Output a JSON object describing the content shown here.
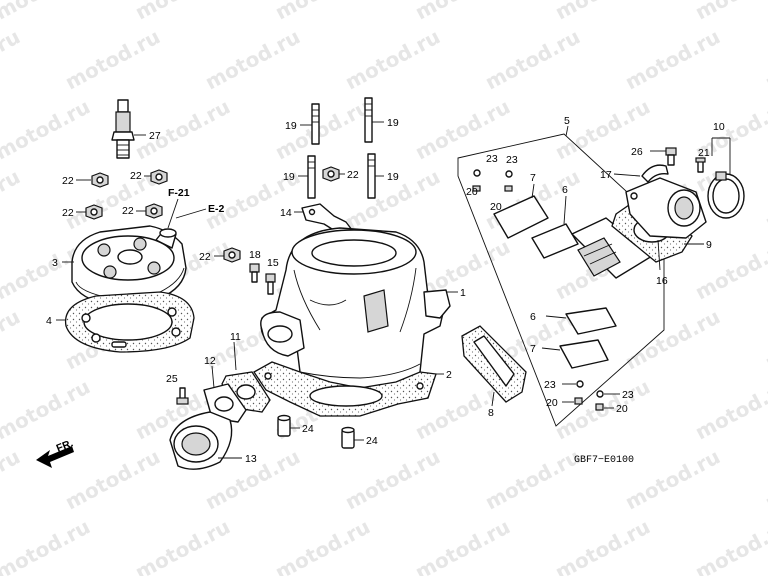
{
  "watermark": "motod.ru",
  "diagram_code": "GBF7−E0100",
  "direction_label": "FR.",
  "refs": [
    {
      "id": "F-21",
      "label": "F-21"
    },
    {
      "id": "E-2",
      "label": "E-2"
    }
  ],
  "callouts": [
    {
      "id": "c27",
      "label": "27"
    },
    {
      "id": "c22a",
      "label": "22"
    },
    {
      "id": "c22b",
      "label": "22"
    },
    {
      "id": "c22c",
      "label": "22"
    },
    {
      "id": "c22d",
      "label": "22"
    },
    {
      "id": "c3",
      "label": "3"
    },
    {
      "id": "c4",
      "label": "4"
    },
    {
      "id": "c19a",
      "label": "19"
    },
    {
      "id": "c19b",
      "label": "19"
    },
    {
      "id": "c19c",
      "label": "19"
    },
    {
      "id": "c19d",
      "label": "19"
    },
    {
      "id": "c22e",
      "label": "22"
    },
    {
      "id": "c14",
      "label": "14"
    },
    {
      "id": "c22f",
      "label": "22"
    },
    {
      "id": "c18",
      "label": "18"
    },
    {
      "id": "c15",
      "label": "15"
    },
    {
      "id": "c1",
      "label": "1"
    },
    {
      "id": "c2",
      "label": "2"
    },
    {
      "id": "c11",
      "label": "11"
    },
    {
      "id": "c12",
      "label": "12"
    },
    {
      "id": "c25",
      "label": "25"
    },
    {
      "id": "c13",
      "label": "13"
    },
    {
      "id": "c24a",
      "label": "24"
    },
    {
      "id": "c24b",
      "label": "24"
    },
    {
      "id": "c5",
      "label": "5"
    },
    {
      "id": "c23a",
      "label": "23"
    },
    {
      "id": "c23b",
      "label": "23"
    },
    {
      "id": "c20a",
      "label": "20"
    },
    {
      "id": "c20b",
      "label": "20"
    },
    {
      "id": "c7a",
      "label": "7"
    },
    {
      "id": "c6a",
      "label": "6"
    },
    {
      "id": "c6b",
      "label": "6"
    },
    {
      "id": "c7b",
      "label": "7"
    },
    {
      "id": "c8",
      "label": "8"
    },
    {
      "id": "c23c",
      "label": "23"
    },
    {
      "id": "c23d",
      "label": "23"
    },
    {
      "id": "c20c",
      "label": "20"
    },
    {
      "id": "c20d",
      "label": "20"
    },
    {
      "id": "c26",
      "label": "26"
    },
    {
      "id": "c17",
      "label": "17"
    },
    {
      "id": "c21",
      "label": "21"
    },
    {
      "id": "c10",
      "label": "10"
    },
    {
      "id": "c9",
      "label": "9"
    },
    {
      "id": "c16",
      "label": "16"
    }
  ]
}
